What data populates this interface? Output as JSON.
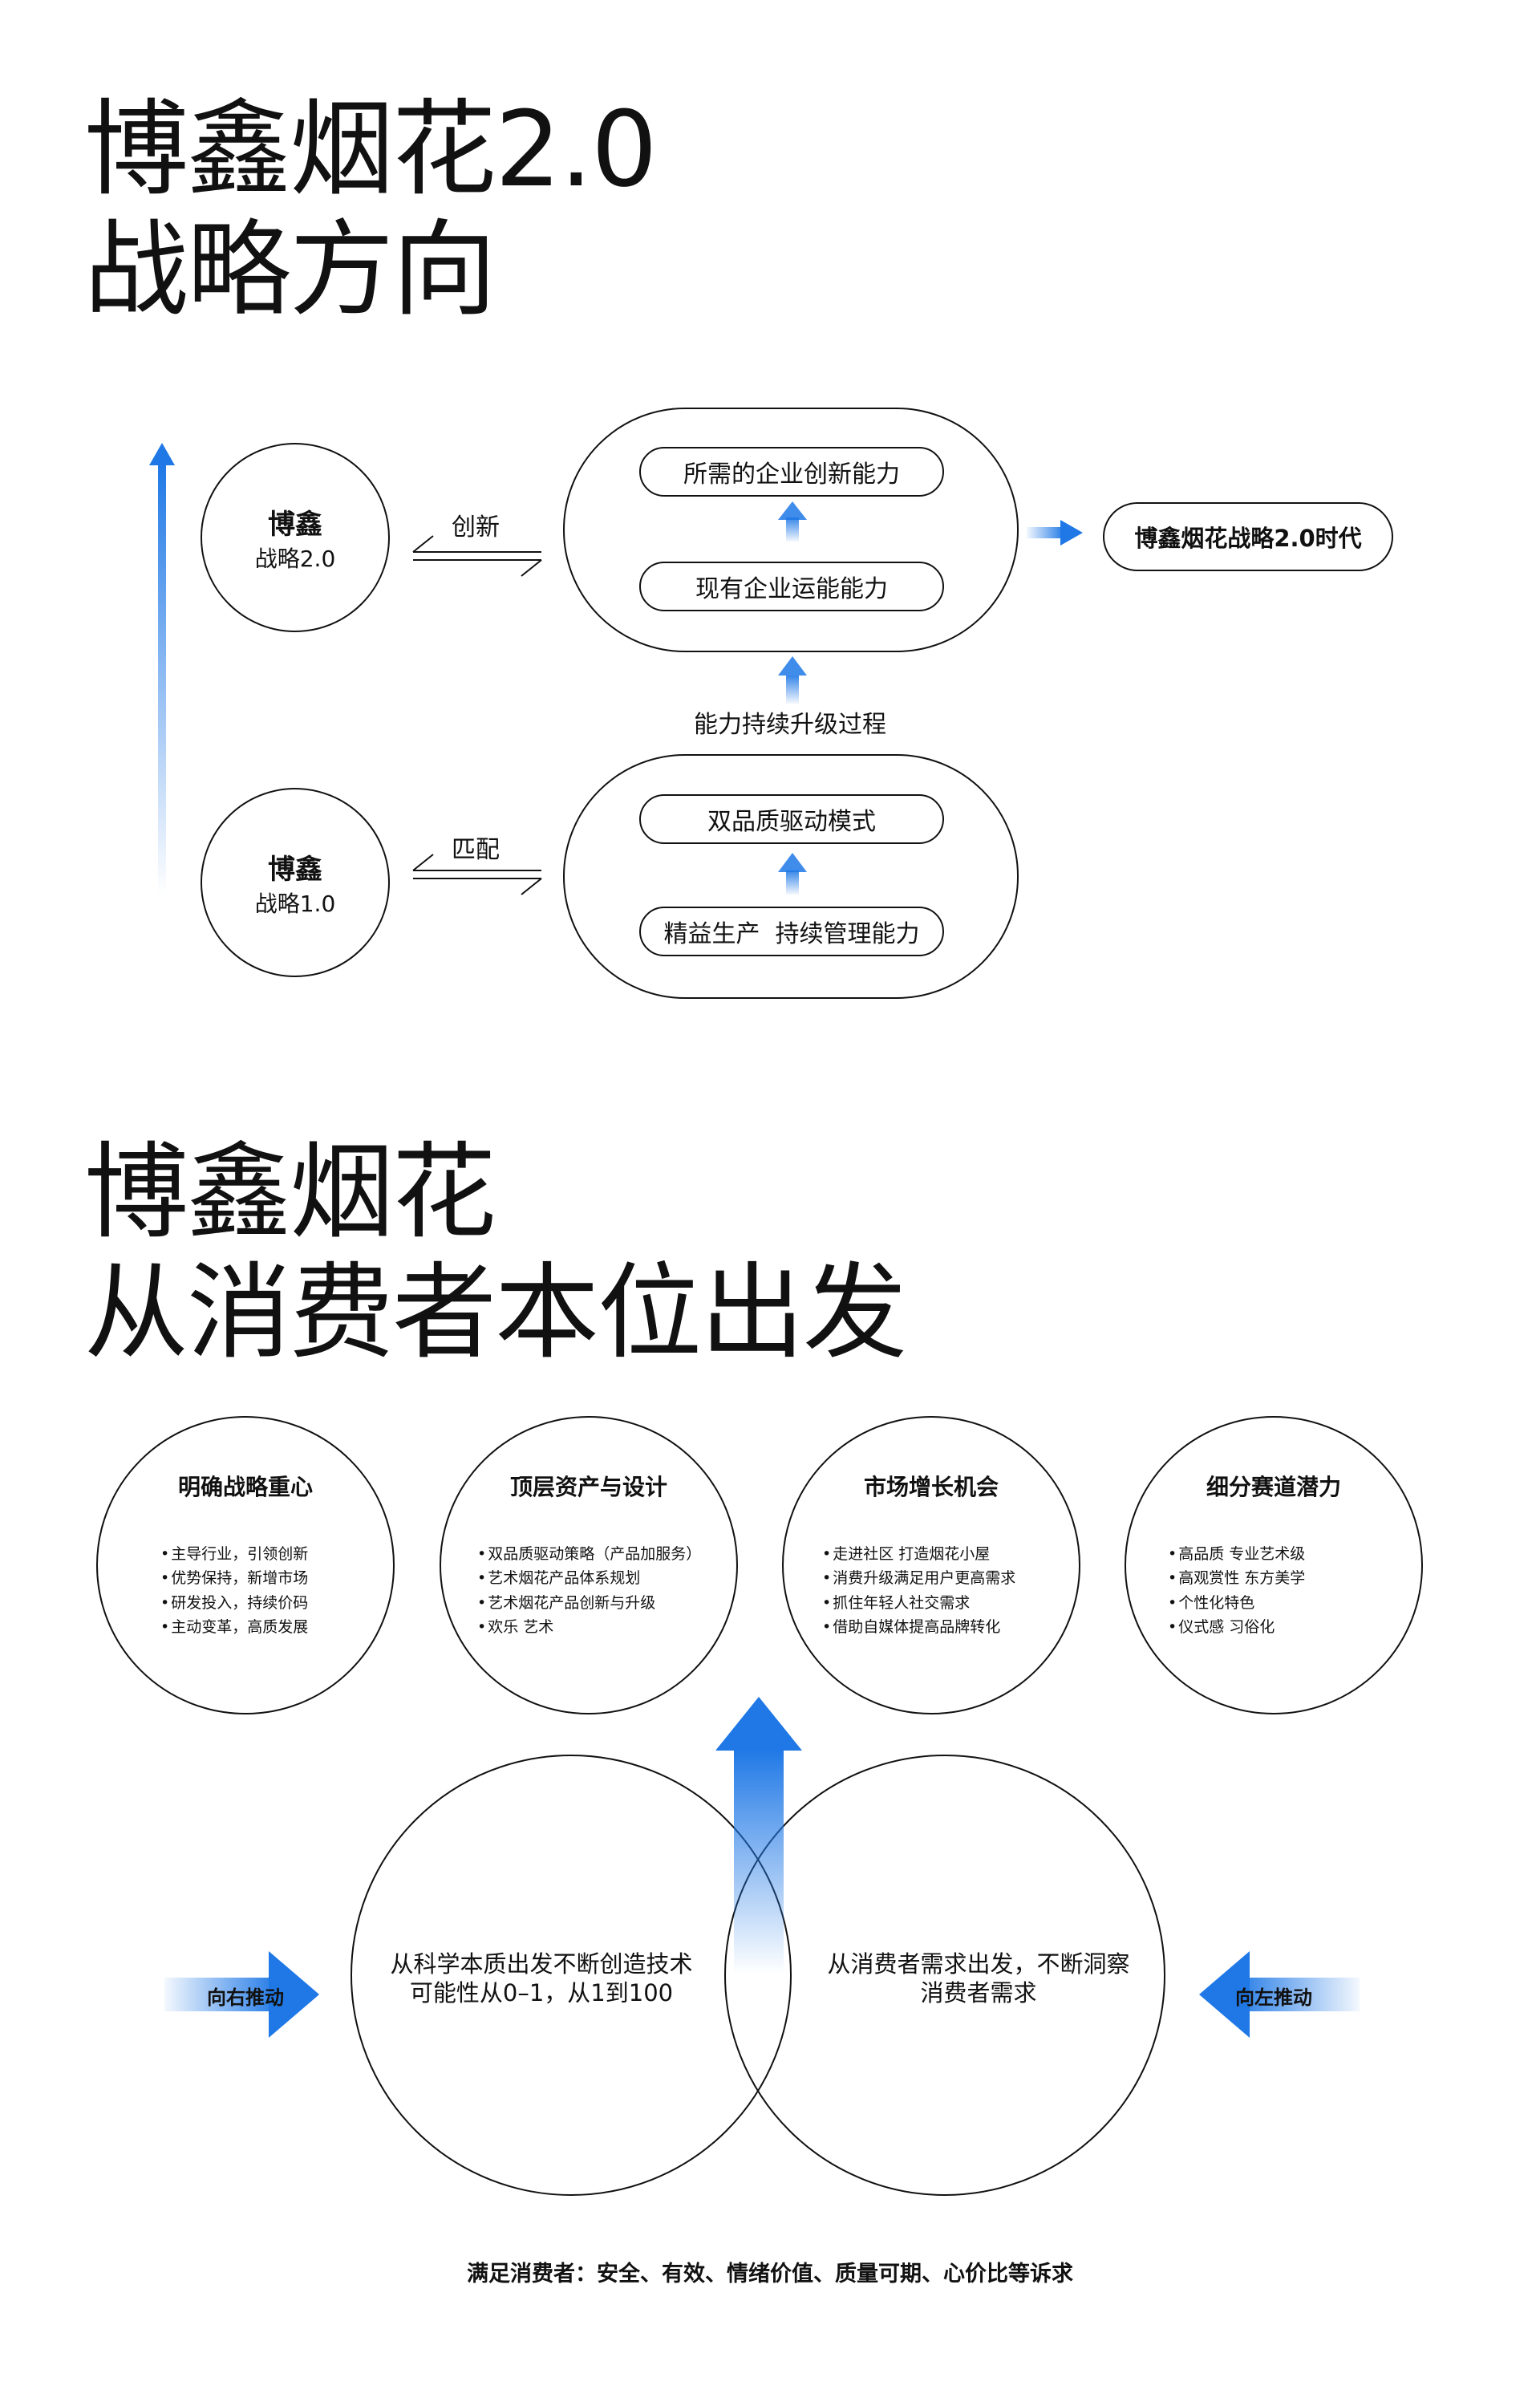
{
  "section1": {
    "title_line1": "博鑫烟花2.0",
    "title_line2": "战略方向",
    "node_top": {
      "name": "博鑫",
      "sub": "战略2.0"
    },
    "node_bottom": {
      "name": "博鑫",
      "sub": "战略1.0"
    },
    "link_top": "创新",
    "link_bottom": "匹配",
    "upper_group": {
      "top": "所需的企业创新能力",
      "bottom": "现有企业运能能力"
    },
    "lower_group": {
      "top": "双品质驱动模式",
      "bottom": "精益生产  持续管理能力"
    },
    "middle_label": "能力持续升级过程",
    "result": "博鑫烟花战略2.0时代"
  },
  "section2": {
    "title_line1": "博鑫烟花",
    "title_line2": "从消费者本位出发",
    "bubbles": [
      {
        "title": "明确战略重心",
        "items": [
          "主导行业，引领创新",
          "优势保持，新增市场",
          "研发投入，持续价码",
          "主动变革，高质发展"
        ]
      },
      {
        "title": "顶层资产与设计",
        "items": [
          "双品质驱动策略（产品加服务）",
          "艺术烟花产品体系规划",
          "艺术烟花产品创新与升级",
          "欢乐 艺术"
        ]
      },
      {
        "title": "市场增长机会",
        "items": [
          "走进社区 打造烟花小屋",
          "消费升级满足用户更高需求",
          "抓住年轻人社交需求",
          "借助自媒体提高品牌转化"
        ]
      },
      {
        "title": "细分赛道潜力",
        "items": [
          "高品质 专业艺术级",
          "高观赏性 东方美学",
          "个性化特色",
          "仪式感 习俗化"
        ]
      }
    ],
    "left_circle": "从科学本质出发不断创造技术可能性从0–1，从1到100",
    "right_circle": "从消费者需求出发，不断洞察消费者需求",
    "push_right": "向右推动",
    "push_left": "向左推动",
    "footer": "满足消费者：安全、有效、情绪价值、质量可期、心价比等诉求"
  },
  "colors": {
    "accent": "#1f78e6",
    "ink": "#111111"
  },
  "icons": [
    "arrow-up-icon",
    "arrow-right-icon",
    "arrow-left-icon",
    "double-harpoon-icon"
  ]
}
